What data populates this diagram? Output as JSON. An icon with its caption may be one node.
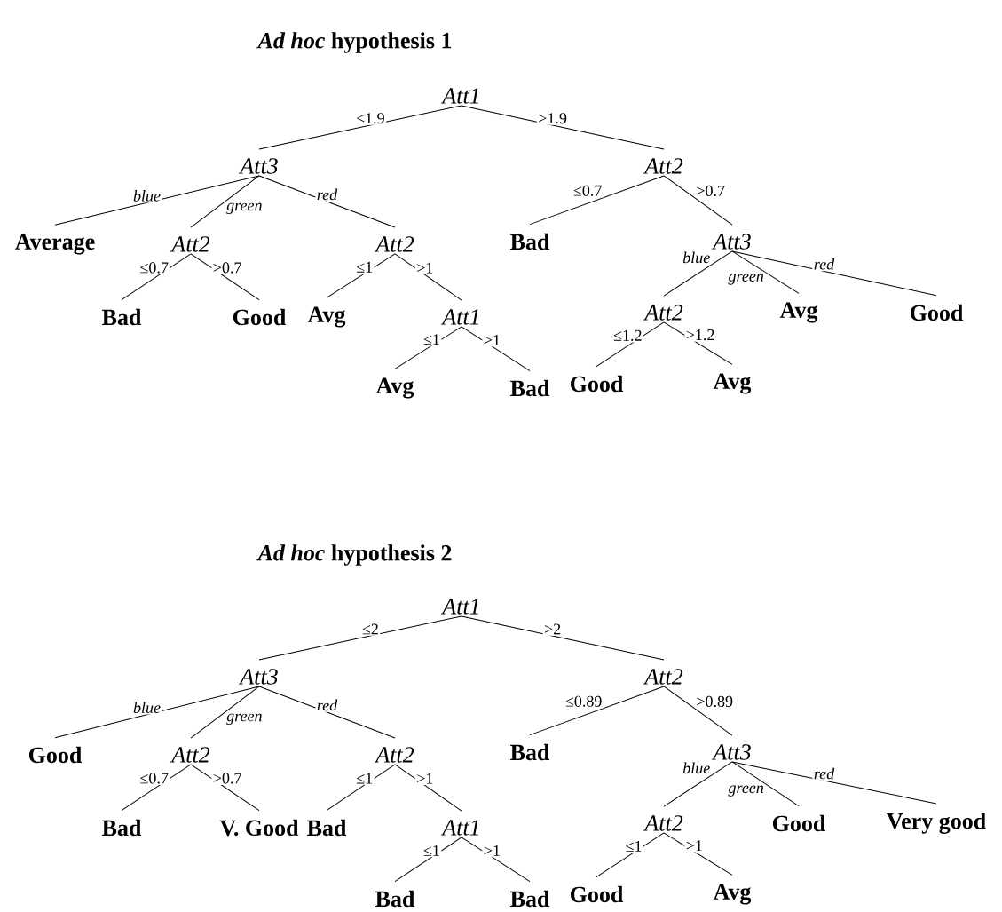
{
  "diagram": {
    "nodes": [
      {
        "text": [
          "Att1"
        ]
      },
      {
        "text": [
          "Att3"
        ]
      },
      {
        "text": [
          "Average"
        ]
      },
      {
        "text": [
          "Att2"
        ]
      },
      {
        "text": [
          "Bad"
        ]
      },
      {
        "text": [
          "Good"
        ]
      },
      {
        "text": [
          "Att2"
        ]
      },
      {
        "text": [
          "Avg"
        ]
      },
      {
        "text": [
          "Att1"
        ]
      },
      {
        "text": [
          "Avg"
        ]
      },
      {
        "text": [
          "Bad"
        ]
      },
      {
        "text": [
          "Att2"
        ]
      },
      {
        "text": [
          "Bad"
        ]
      },
      {
        "text": [
          "Att3"
        ]
      },
      {
        "text": [
          "Att2"
        ]
      },
      {
        "text": [
          "Good"
        ]
      },
      {
        "text": [
          "Avg"
        ]
      },
      {
        "text": [
          "Avg"
        ]
      },
      {
        "text": [
          "Good"
        ]
      },
      {
        "text": [
          "Att1"
        ]
      },
      {
        "text": [
          "Att3"
        ]
      },
      {
        "text": [
          "Good"
        ]
      },
      {
        "text": [
          "Att2"
        ]
      },
      {
        "text": [
          "Bad"
        ]
      },
      {
        "text": [
          "V. Good"
        ]
      },
      {
        "text": [
          "Att2"
        ]
      },
      {
        "text": [
          "Bad"
        ]
      },
      {
        "text": [
          "Att1"
        ]
      },
      {
        "text": [
          "Bad"
        ]
      },
      {
        "text": [
          "Bad"
        ]
      },
      {
        "text": [
          "Att2"
        ]
      },
      {
        "text": [
          "Bad"
        ]
      },
      {
        "text": [
          "Att3"
        ]
      },
      {
        "text": [
          "Att2"
        ]
      },
      {
        "text": [
          "Good"
        ]
      },
      {
        "text": [
          "Avg"
        ]
      },
      {
        "text": [
          "Good"
        ]
      },
      {
        "text": [
          "Very good"
        ]
      }
    ],
    "edges": [
      {
        "from": 0,
        "to": 1,
        "arrow": "none",
        "label": "≤1.9"
      },
      {
        "from": 0,
        "to": 11,
        "arrow": "none",
        "label": ">1.9"
      },
      {
        "from": 1,
        "to": 2,
        "arrow": "none",
        "label": "blue"
      },
      {
        "from": 1,
        "to": 3,
        "arrow": "none",
        "label": "green"
      },
      {
        "from": 1,
        "to": 6,
        "arrow": "none",
        "label": "red"
      },
      {
        "from": 3,
        "to": 4,
        "arrow": "none",
        "label": "≤0.7"
      },
      {
        "from": 3,
        "to": 5,
        "arrow": "none",
        "label": ">0.7"
      },
      {
        "from": 6,
        "to": 7,
        "arrow": "none",
        "label": "≤1"
      },
      {
        "from": 6,
        "to": 8,
        "arrow": "none",
        "label": ">1"
      },
      {
        "from": 8,
        "to": 9,
        "arrow": "none",
        "label": "≤1"
      },
      {
        "from": 8,
        "to": 10,
        "arrow": "none",
        "label": ">1"
      },
      {
        "from": 11,
        "to": 12,
        "arrow": "none",
        "label": "≤0.7"
      },
      {
        "from": 11,
        "to": 13,
        "arrow": "none",
        "label": ">0.7"
      },
      {
        "from": 13,
        "to": 14,
        "arrow": "none",
        "label": "blue"
      },
      {
        "from": 13,
        "to": 17,
        "arrow": "none",
        "label": "green"
      },
      {
        "from": 13,
        "to": 18,
        "arrow": "none",
        "label": "red"
      },
      {
        "from": 14,
        "to": 15,
        "arrow": "none",
        "label": "≤1.2"
      },
      {
        "from": 14,
        "to": 16,
        "arrow": "none",
        "label": ">1.2"
      },
      {
        "from": 19,
        "to": 20,
        "arrow": "none",
        "label": "≤2"
      },
      {
        "from": 19,
        "to": 30,
        "arrow": "none",
        "label": ">2"
      },
      {
        "from": 20,
        "to": 21,
        "arrow": "none",
        "label": "blue"
      },
      {
        "from": 20,
        "to": 22,
        "arrow": "none",
        "label": "green"
      },
      {
        "from": 20,
        "to": 25,
        "arrow": "none",
        "label": "red"
      },
      {
        "from": 22,
        "to": 23,
        "arrow": "none",
        "label": "≤0.7"
      },
      {
        "from": 22,
        "to": 24,
        "arrow": "none",
        "label": ">0.7"
      },
      {
        "from": 25,
        "to": 26,
        "arrow": "none",
        "label": "≤1"
      },
      {
        "from": 25,
        "to": 27,
        "arrow": "none",
        "label": ">1"
      },
      {
        "from": 27,
        "to": 28,
        "arrow": "none",
        "label": "≤1"
      },
      {
        "from": 27,
        "to": 29,
        "arrow": "none",
        "label": ">1"
      },
      {
        "from": 30,
        "to": 31,
        "arrow": "none",
        "label": "≤0.89"
      },
      {
        "from": 30,
        "to": 32,
        "arrow": "none",
        "label": ">0.89"
      },
      {
        "from": 32,
        "to": 33,
        "arrow": "none",
        "label": "blue"
      },
      {
        "from": 32,
        "to": 36,
        "arrow": "none",
        "label": "green"
      },
      {
        "from": 32,
        "to": 37,
        "arrow": "none",
        "label": "red"
      },
      {
        "from": 33,
        "to": 34,
        "arrow": "none",
        "label": "≤1"
      },
      {
        "from": 33,
        "to": 35,
        "arrow": "none",
        "label": ">1"
      }
    ],
    "labels": [
      "*Ad hoc* hypothesis 1",
      "*Ad hoc* hypothesis 2"
    ]
  }
}
